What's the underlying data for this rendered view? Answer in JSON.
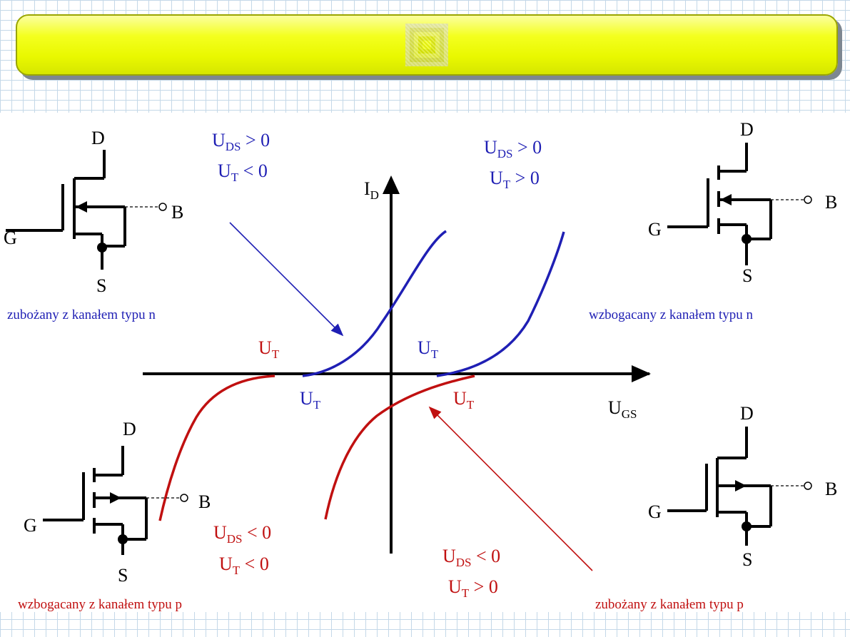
{
  "axes": {
    "y_label": "I",
    "y_sub": "D",
    "x_label": "U",
    "x_sub": "GS"
  },
  "colors": {
    "n_curves": "#1f1fb4",
    "p_curves": "#c01010",
    "axes": "#000000",
    "banner": "#f4ff1e"
  },
  "threshold_labels": [
    {
      "id": "ut-red-top",
      "main": "U",
      "sub": "T"
    },
    {
      "id": "ut-blue-left",
      "main": "U",
      "sub": "T"
    },
    {
      "id": "ut-blue-right",
      "main": "U",
      "sub": "T"
    },
    {
      "id": "ut-red-right",
      "main": "U",
      "sub": "T"
    }
  ],
  "conditions": {
    "top_left": {
      "uds_main": "U",
      "uds_sub": "DS",
      "uds_rel": " > 0",
      "ut_main": "U",
      "ut_sub": "T",
      "ut_rel": " < 0"
    },
    "top_right": {
      "uds_main": "U",
      "uds_sub": "DS",
      "uds_rel": " > 0",
      "ut_main": "U",
      "ut_sub": "T",
      "ut_rel": " > 0"
    },
    "bottom_left": {
      "uds_main": "U",
      "uds_sub": "DS",
      "uds_rel": " < 0",
      "ut_main": "U",
      "ut_sub": "T",
      "ut_rel": " < 0"
    },
    "bottom_right": {
      "uds_main": "U",
      "uds_sub": "DS",
      "uds_rel": " < 0",
      "ut_main": "U",
      "ut_sub": "T",
      "ut_rel": " > 0"
    }
  },
  "transistors": {
    "top_left": {
      "d": "D",
      "g": "G",
      "s": "S",
      "b": "B",
      "caption": "zubożany z kanałem typu n"
    },
    "top_right": {
      "d": "D",
      "g": "G",
      "s": "S",
      "b": "B",
      "caption": "wzbogacany z kanałem typu n"
    },
    "bottom_left": {
      "d": "D",
      "g": "G",
      "s": "S",
      "b": "B",
      "caption": "wzbogacany z kanałem typu p"
    },
    "bottom_right": {
      "d": "D",
      "g": "G",
      "s": "S",
      "b": "B",
      "caption": "zubożany z kanałem typu p"
    }
  }
}
